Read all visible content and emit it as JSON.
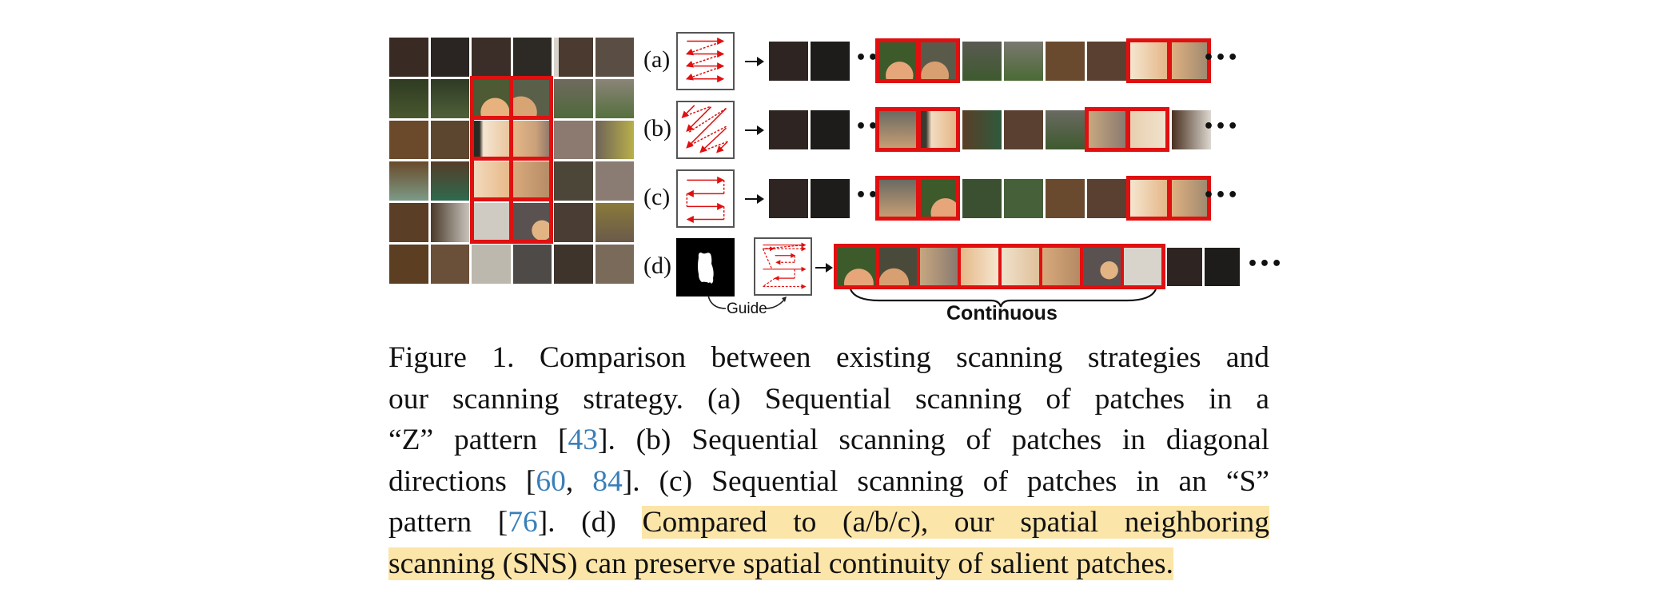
{
  "figure": {
    "row_labels": [
      "(a)",
      "(b)",
      "(c)",
      "(d)"
    ],
    "guide_label": "Guide",
    "continuous_label": "Continuous",
    "ellipsis": "•••",
    "colors": {
      "highlight_red": "#e01010",
      "citation_blue": "#3b7fb8",
      "text_highlight": "#fce5a8"
    },
    "scan_patterns": [
      {
        "id": "a",
        "name": "Z pattern"
      },
      {
        "id": "b",
        "name": "diagonal"
      },
      {
        "id": "c",
        "name": "S pattern"
      },
      {
        "id": "d",
        "name": "spatial neighboring (SNS)"
      }
    ]
  },
  "caption": {
    "line1": "Figure 1.  Comparison between existing scanning strategies and",
    "line2": "our scanning strategy.  (a) Sequential scanning of patches in a",
    "line3_a": "“Z” pattern [",
    "line3_cite": "43",
    "line3_b": "].  (b) Sequential scanning of patches in diagonal",
    "line4_a": "directions [",
    "line4_cite1": "60",
    "line4_sep": ", ",
    "line4_cite2": "84",
    "line4_b": "].  (c) Sequential scanning of patches in an “S”",
    "line5_a": "pattern [",
    "line5_cite": "76",
    "line5_b": "].  (d) ",
    "line5_hl": "Compared to (a/b/c), our spatial neighboring",
    "line6_hl": "scanning (SNS) can preserve spatial continuity of salient patches."
  }
}
